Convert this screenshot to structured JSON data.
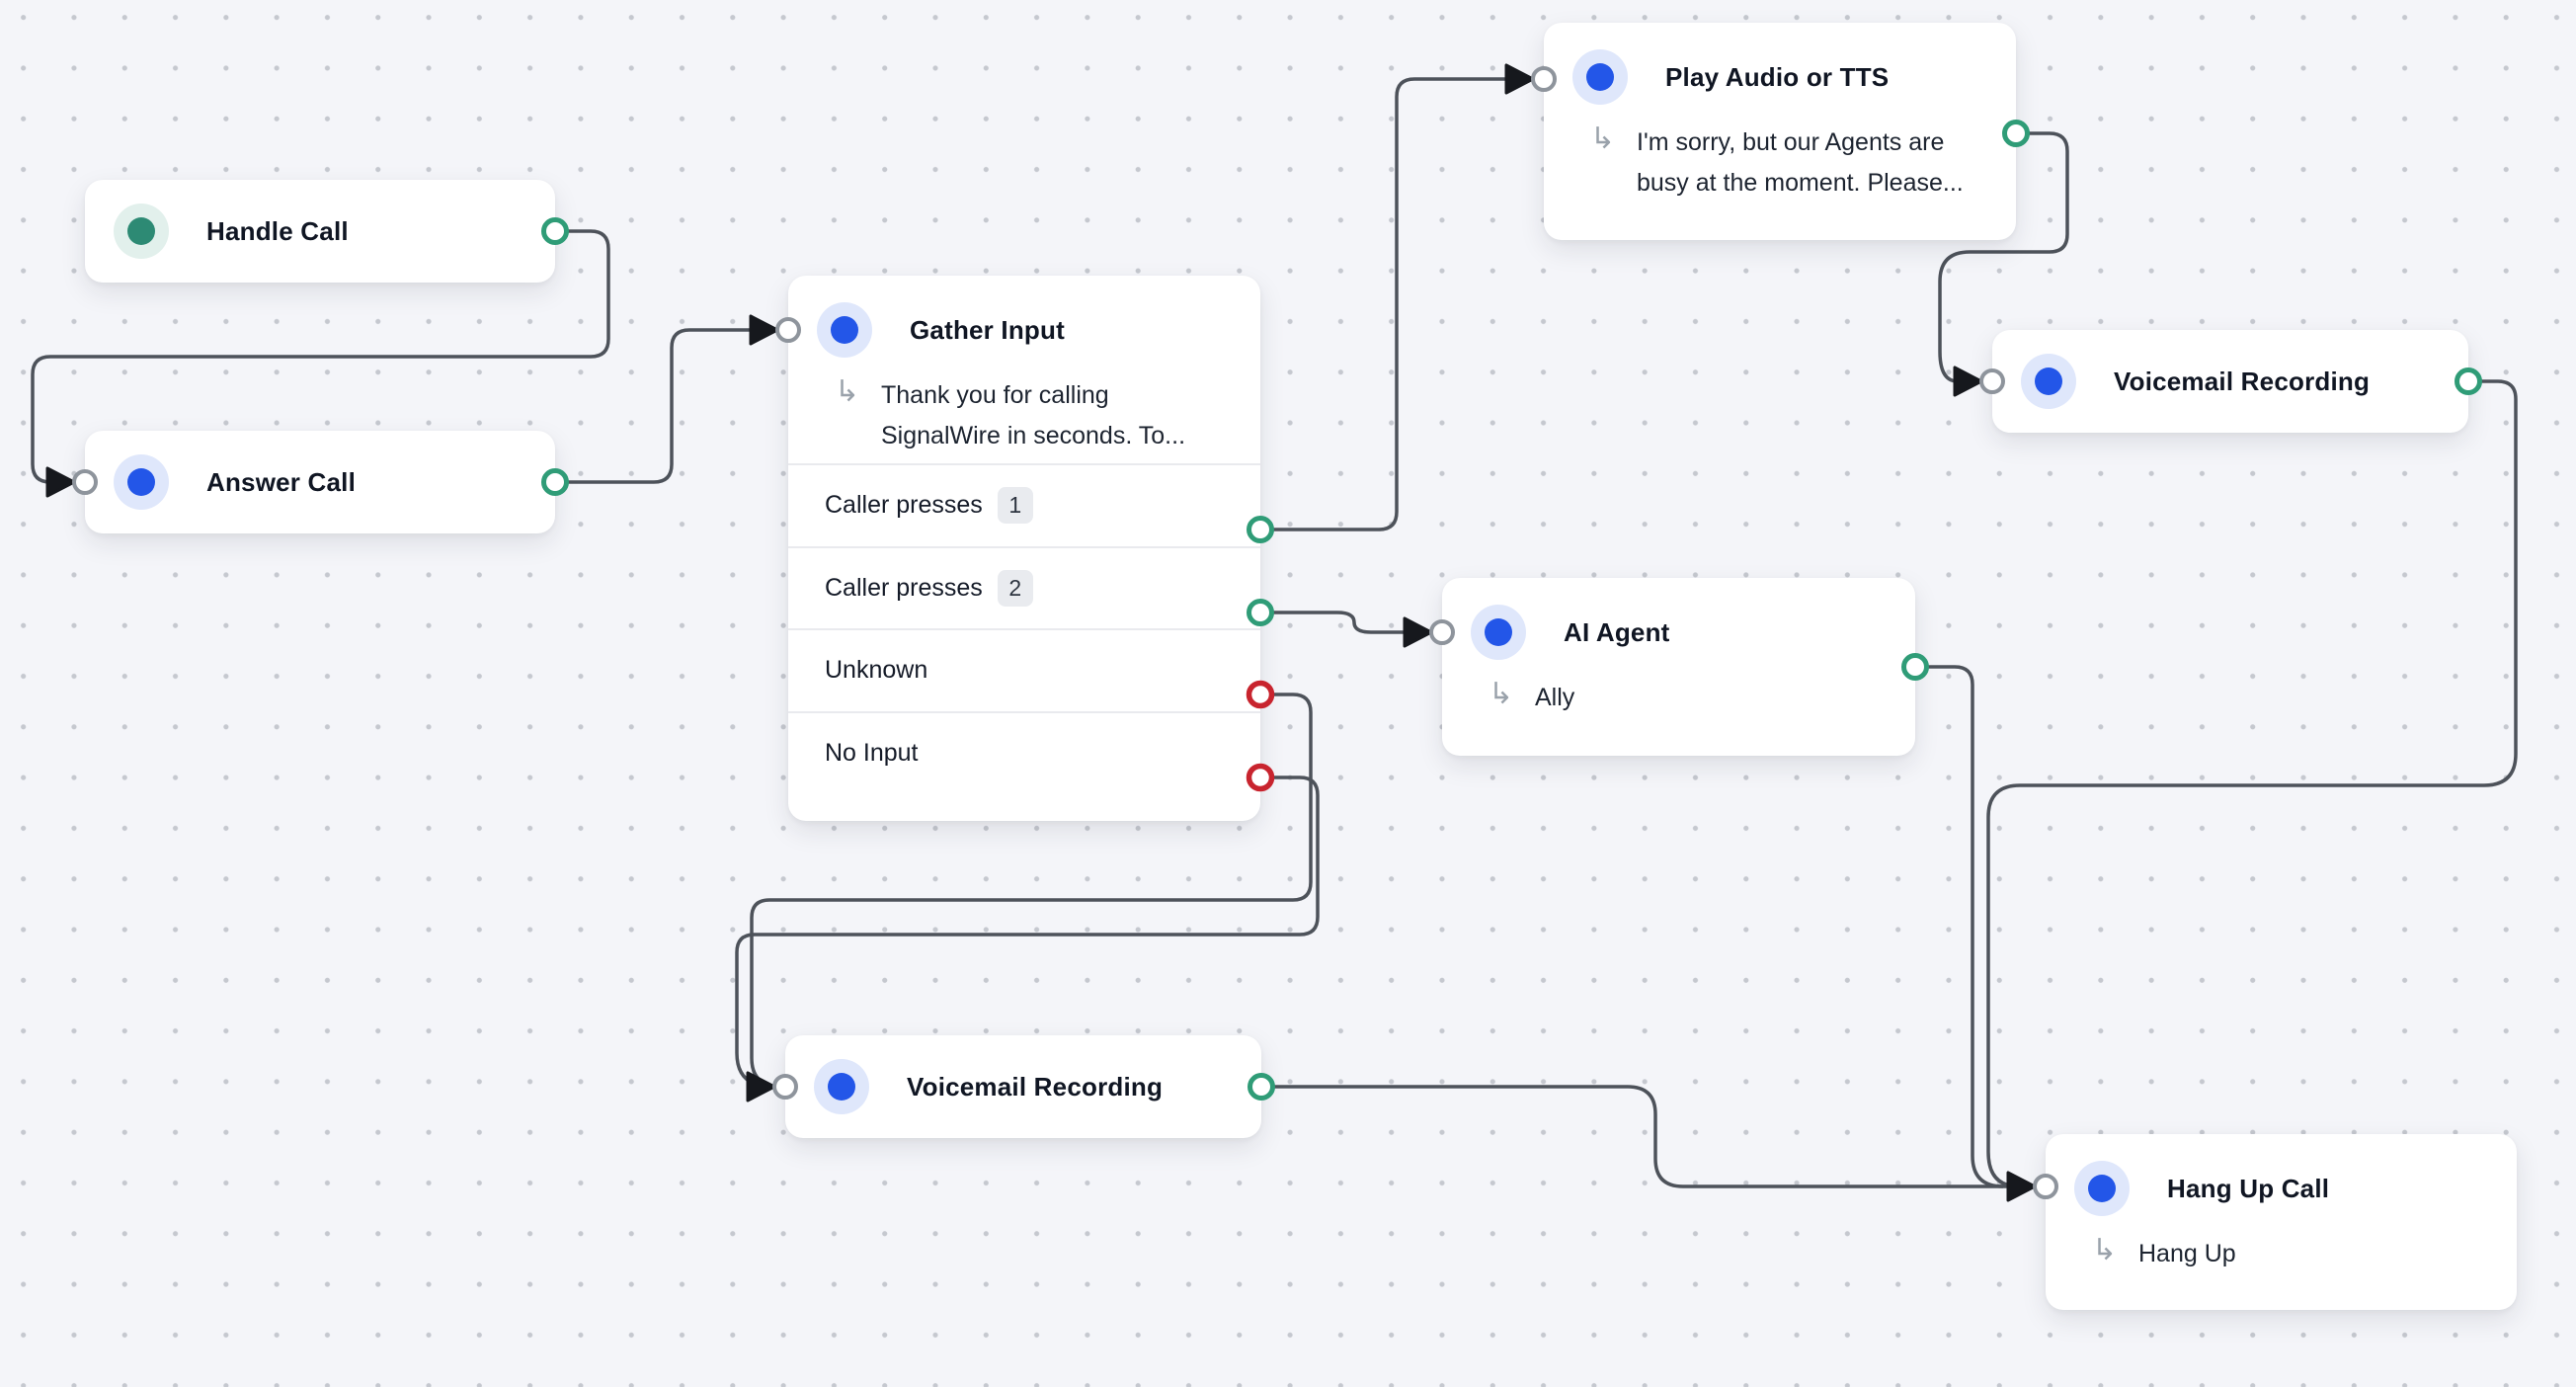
{
  "canvas": {
    "background": "#f4f5f9",
    "dot_color": "#c5c8cf",
    "edge_color": "#4d525a",
    "port_green": "#2f9c77",
    "port_red": "#c8242e",
    "port_gray": "#8e949c",
    "icon_blue": "#2356e8",
    "icon_teal": "#2d8a74"
  },
  "nodes": {
    "handle_call": {
      "title": "Handle Call",
      "icon": "teal-dot-icon"
    },
    "answer_call": {
      "title": "Answer Call",
      "icon": "blue-dot-icon"
    },
    "gather_input": {
      "title": "Gather Input",
      "icon": "blue-dot-icon",
      "subtitle": "Thank you for calling SignalWire in seconds. To...",
      "rows": [
        {
          "label": "Caller presses",
          "badge": "1",
          "port": "green"
        },
        {
          "label": "Caller presses",
          "badge": "2",
          "port": "green"
        },
        {
          "label": "Unknown",
          "port": "red"
        },
        {
          "label": "No Input",
          "port": "red"
        }
      ]
    },
    "play_audio": {
      "title": "Play Audio or TTS",
      "icon": "blue-dot-icon",
      "subtitle": "I'm sorry, but our Agents are busy at the moment. Please..."
    },
    "voicemail_top": {
      "title": "Voicemail Recording",
      "icon": "blue-dot-icon"
    },
    "ai_agent": {
      "title": "AI Agent",
      "icon": "blue-dot-icon",
      "subtitle": "Ally"
    },
    "voicemail_bottom": {
      "title": "Voicemail Recording",
      "icon": "blue-dot-icon"
    },
    "hang_up": {
      "title": "Hang Up Call",
      "icon": "blue-dot-icon",
      "subtitle": "Hang Up"
    }
  },
  "edges": [
    {
      "from": "handle_call",
      "to": "answer_call"
    },
    {
      "from": "answer_call",
      "to": "gather_input"
    },
    {
      "from": "gather_input.caller_presses_1",
      "to": "play_audio"
    },
    {
      "from": "gather_input.caller_presses_2",
      "to": "ai_agent"
    },
    {
      "from": "gather_input.unknown",
      "to": "voicemail_bottom"
    },
    {
      "from": "gather_input.no_input",
      "to": "voicemail_bottom"
    },
    {
      "from": "play_audio",
      "to": "voicemail_top"
    },
    {
      "from": "voicemail_top",
      "to": "hang_up"
    },
    {
      "from": "ai_agent",
      "to": "hang_up"
    },
    {
      "from": "voicemail_bottom",
      "to": "hang_up"
    }
  ]
}
